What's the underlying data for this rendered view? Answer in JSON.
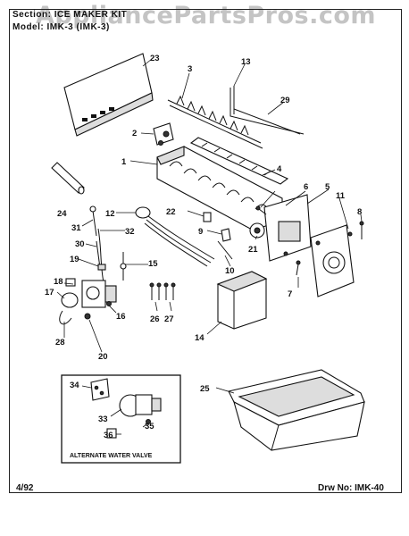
{
  "header": {
    "section_label": "Section:",
    "section_value": "ICE MAKER KIT",
    "model_label": "Model:",
    "model_value": "IMK-3 (IMK-3)"
  },
  "watermark": "AppliancePartsPros.com",
  "part_numbers": [
    "1",
    "2",
    "3",
    "4",
    "5",
    "6",
    "7",
    "8",
    "9",
    "10",
    "11",
    "12",
    "13",
    "14",
    "15",
    "16",
    "17",
    "18",
    "19",
    "20",
    "21",
    "22",
    "23",
    "24",
    "25",
    "26",
    "27",
    "28",
    "29",
    "30",
    "31",
    "32",
    "33",
    "34",
    "35",
    "36"
  ],
  "inset": {
    "caption": "ALTERNATE WATER VALVE"
  },
  "footer": {
    "date": "4/92",
    "drawing_label": "Drw No:",
    "drawing_value": "IMK-40"
  }
}
